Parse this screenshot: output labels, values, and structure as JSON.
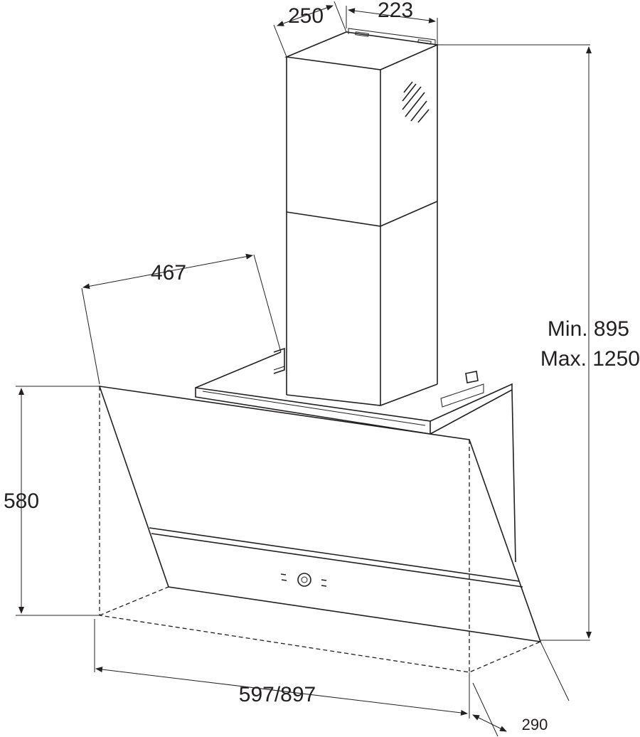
{
  "title": "Cooker hood dimension drawing",
  "dimensions": {
    "chimney_depth": "250",
    "chimney_width": "223",
    "hood_depth_top": "467",
    "hood_height": "580",
    "total_height_min": "Min. 895",
    "total_height_max": "Max. 1250",
    "width": "597/897",
    "bottom_depth": "290"
  },
  "colors": {
    "line": "#231f20",
    "background": "#ffffff"
  }
}
